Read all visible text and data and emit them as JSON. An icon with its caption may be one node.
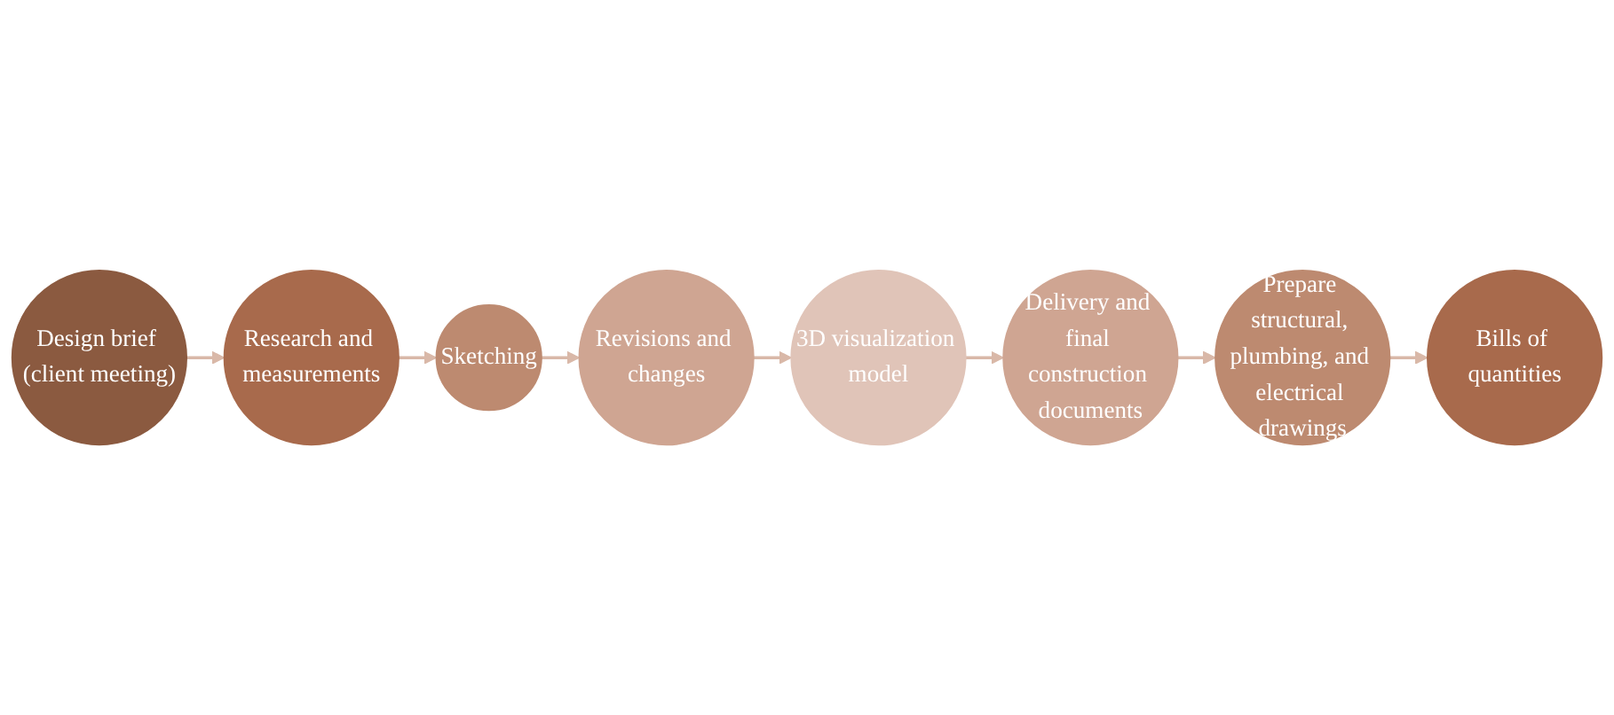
{
  "diagram": {
    "nodes": [
      {
        "text": [
          "Design brief (client meeting)"
        ]
      },
      {
        "text": [
          "Research and measurements"
        ]
      },
      {
        "text": [
          "Sketching"
        ]
      },
      {
        "text": [
          "Revisions and changes"
        ]
      },
      {
        "text": [
          "3D visualization model"
        ]
      },
      {
        "text": [
          "Delivery and final construction documents"
        ]
      },
      {
        "text": [
          "Prepare structural, plumbing, and electrical drawings"
        ]
      },
      {
        "text": [
          "Bills of quantities"
        ]
      }
    ],
    "edges": [
      {
        "from": 0,
        "to": 1,
        "arrow": "to"
      },
      {
        "from": 1,
        "to": 2,
        "arrow": "to"
      },
      {
        "from": 2,
        "to": 3,
        "arrow": "to"
      },
      {
        "from": 3,
        "to": 4,
        "arrow": "to"
      },
      {
        "from": 4,
        "to": 5,
        "arrow": "to"
      },
      {
        "from": 5,
        "to": 6,
        "arrow": "to"
      },
      {
        "from": 6,
        "to": 7,
        "arrow": "to"
      }
    ]
  }
}
